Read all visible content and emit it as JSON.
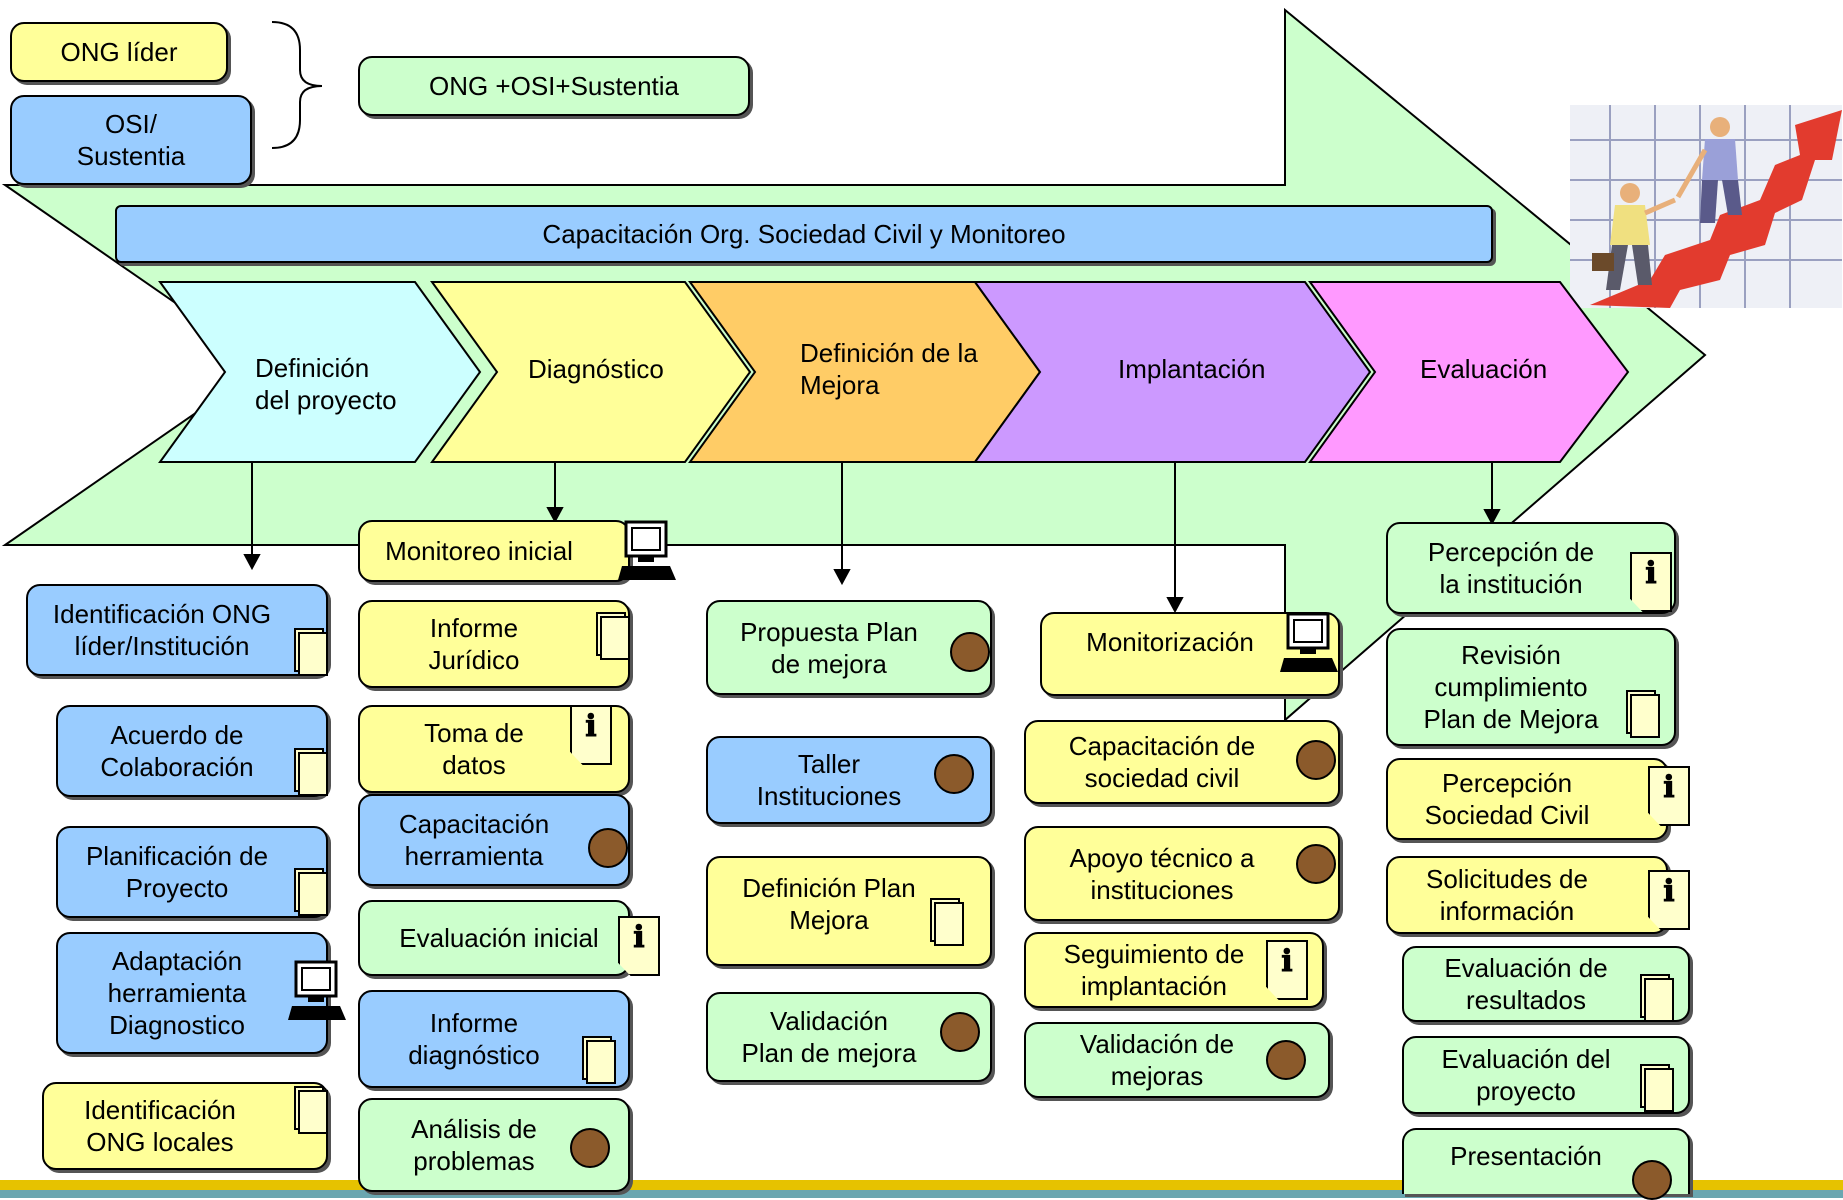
{
  "legend": {
    "lead_ngo": "ONG líder",
    "osi": "OSI/\nSustentia",
    "combined": "ONG +OSI+Sustentia"
  },
  "banner": "Capacitación Org. Sociedad Civil y Monitoreo",
  "phases": [
    {
      "label": "Definición\ndel proyecto",
      "color": "#ccffff"
    },
    {
      "label": "Diagnóstico",
      "color": "#ffff99"
    },
    {
      "label": "Definición de la\nMejora",
      "color": "#ffcc66"
    },
    {
      "label": "Implantación",
      "color": "#cc99ff"
    },
    {
      "label": "Evaluación",
      "color": "#ff99ff"
    }
  ],
  "columns": {
    "definicion": [
      {
        "label": "Identificación ONG\nlíder/Institución",
        "color": "blue",
        "icon": "document-stack-icon"
      },
      {
        "label": "Acuerdo de\nColaboración",
        "color": "blue",
        "icon": "document-stack-icon"
      },
      {
        "label": "Planificación de\nProyecto",
        "color": "blue",
        "icon": "document-stack-icon"
      },
      {
        "label": "Adaptación\nherramienta\nDiagnostico",
        "color": "blue",
        "icon": "computer-icon"
      },
      {
        "label": "Identificación\nONG locales",
        "color": "yellow",
        "icon": "document-stack-icon"
      }
    ],
    "diagnostico": [
      {
        "label": "Monitoreo inicial",
        "color": "yellow",
        "icon": "computer-icon"
      },
      {
        "label": "Informe\nJurídico",
        "color": "yellow",
        "icon": "document-stack-icon"
      },
      {
        "label": "Toma de\ndatos",
        "color": "yellow",
        "icon": "info-document-icon"
      },
      {
        "label": "Capacitación\nherramienta",
        "color": "blue",
        "icon": "meeting-dot-icon"
      },
      {
        "label": "Evaluación inicial",
        "color": "green",
        "icon": "info-document-icon"
      },
      {
        "label": "Informe\ndiagnóstico",
        "color": "blue",
        "icon": "document-stack-icon"
      },
      {
        "label": "Análisis de\nproblemas",
        "color": "green",
        "icon": "meeting-dot-icon"
      }
    ],
    "mejora": [
      {
        "label": "Propuesta Plan\nde mejora",
        "color": "green",
        "icon": "meeting-dot-icon"
      },
      {
        "label": "Taller\nInstituciones",
        "color": "blue",
        "icon": "meeting-dot-icon"
      },
      {
        "label": "Definición Plan\nMejora",
        "color": "yellow",
        "icon": "document-stack-icon"
      },
      {
        "label": "Validación\nPlan de mejora",
        "color": "green",
        "icon": "meeting-dot-icon"
      }
    ],
    "implantacion": [
      {
        "label": "Monitorización",
        "color": "yellow",
        "icon": "computer-icon"
      },
      {
        "label": "Capacitación de\nsociedad civil",
        "color": "yellow",
        "icon": "meeting-dot-icon"
      },
      {
        "label": "Apoyo técnico a\ninstituciones",
        "color": "yellow",
        "icon": "meeting-dot-icon"
      },
      {
        "label": "Seguimiento de\nimplantación",
        "color": "yellow",
        "icon": "info-document-icon"
      },
      {
        "label": "Validación de\nmejoras",
        "color": "green",
        "icon": "meeting-dot-icon"
      }
    ],
    "evaluacion": [
      {
        "label": "Percepción de\nla institución",
        "color": "green",
        "icon": "info-document-icon"
      },
      {
        "label": "Revisión\ncumplimiento\nPlan de Mejora",
        "color": "green",
        "icon": "document-stack-icon"
      },
      {
        "label": "Percepción\nSociedad Civil",
        "color": "yellow",
        "icon": "info-document-icon"
      },
      {
        "label": "Solicitudes de\ninformación",
        "color": "yellow",
        "icon": "info-document-icon"
      },
      {
        "label": "Evaluación de\nresultados",
        "color": "green",
        "icon": "document-stack-icon"
      },
      {
        "label": "Evaluación del\nproyecto",
        "color": "green",
        "icon": "document-stack-icon"
      },
      {
        "label": "Presentación",
        "color": "green",
        "icon": "meeting-dot-icon"
      }
    ]
  },
  "colors": {
    "big_arrow": "#ccffcc",
    "box_yellow": "#ffff99",
    "box_blue": "#99ccff",
    "box_green": "#ccffcc",
    "meeting_dot": "#8b5a2b",
    "footer_line": "#e6c200"
  }
}
